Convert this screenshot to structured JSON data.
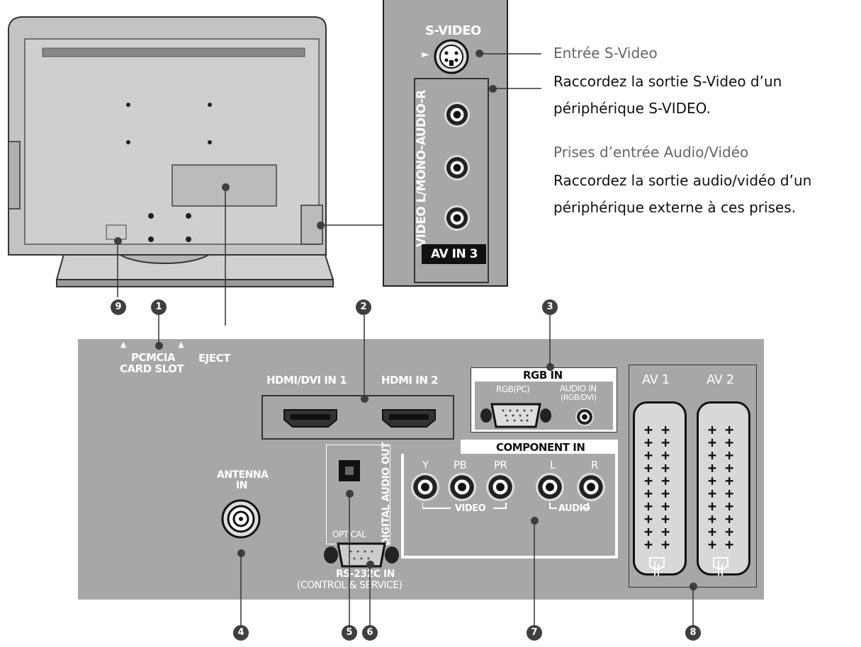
{
  "colors": {
    "panel_gray": "#a7a7a7",
    "tv_body": "#bfbfbf",
    "label_white": "#ffffff",
    "callout_dark": "#3f3f3f",
    "title_gray": "#666666"
  },
  "side_panel": {
    "svideo_label": "S-VIDEO",
    "vertical_label": "VIDEO L/MONO-AUDIO-R",
    "av_in_badge": "AV IN 3"
  },
  "descriptions": [
    {
      "title": "Entrée S-Video",
      "lines": [
        "Raccordez la sortie S-Video d’un",
        "périphérique S-VIDEO."
      ]
    },
    {
      "title": "Prises d’entrée Audio/Vidéo",
      "lines": [
        "Raccordez la sortie audio/vidéo d’un",
        "périphérique externe à ces prises."
      ]
    }
  ],
  "rear_panel": {
    "pcmcia_line1": "PCMCIA",
    "pcmcia_line2": "CARD SLOT",
    "eject": "EJECT",
    "hdmi1": "HDMI/DVI IN 1",
    "hdmi2": "HDMI IN 2",
    "rgb_in": "RGB IN",
    "rgb_pc": "RGB(PC)",
    "audio_in_line1": "AUDIO IN",
    "audio_in_line2": "(RGB/DVI)",
    "component_in": "COMPONENT IN",
    "component_jacks": [
      "Y",
      "PB",
      "PR",
      "L",
      "R"
    ],
    "video_group": "VIDEO",
    "audio_group": "AUDIO",
    "antenna_line1": "ANTENNA",
    "antenna_line2": "IN",
    "optical": "OPTICAL",
    "digital_audio_out": "DIGITAL AUDIO OUT",
    "rs232_line1": "RS-232C IN",
    "rs232_line2": "(CONTROL & SERVICE)",
    "av1": "AV 1",
    "av2": "AV 2"
  },
  "callouts": [
    "1",
    "2",
    "3",
    "4",
    "5",
    "6",
    "7",
    "8",
    "9"
  ]
}
